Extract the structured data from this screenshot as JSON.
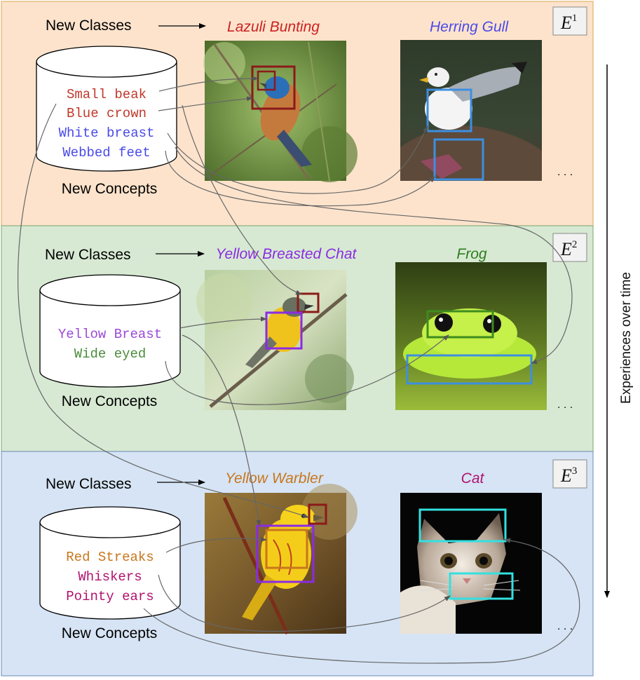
{
  "side_label": "Experiences over time",
  "ellipsis": ". . .",
  "colors": {
    "panel1": "#fde3cc",
    "panel2": "#d7e9d3",
    "panel3": "#d6e4f5",
    "dark_red": "#8b1a1a",
    "blue_box": "#3d8fe0",
    "purple": "#8b2be2",
    "green_box": "#3e8c1e",
    "cyan_box": "#33e0e0",
    "orange_box": "#c8761c"
  },
  "experiences": [
    {
      "label_base": "E",
      "label_sup": "1",
      "new_classes_label": "New Classes",
      "new_concepts_label": "New Concepts",
      "classes": [
        {
          "name": "Lazuli Bunting",
          "color": "#cc2222"
        },
        {
          "name": "Herring Gull",
          "color": "#4a4ae8"
        }
      ],
      "concepts": [
        {
          "text": "Small beak",
          "color": "#c0392b"
        },
        {
          "text": "Blue crown",
          "color": "#c0392b"
        },
        {
          "text": "White breast",
          "color": "#4a4ae8"
        },
        {
          "text": "Webbed feet",
          "color": "#4a4ae8"
        }
      ]
    },
    {
      "label_base": "E",
      "label_sup": "2",
      "new_classes_label": "New Classes",
      "new_concepts_label": "New Concepts",
      "classes": [
        {
          "name": "Yellow Breasted Chat",
          "color": "#8b2be2"
        },
        {
          "name": "Frog",
          "color": "#2e7d1e"
        }
      ],
      "concepts": [
        {
          "text": "Yellow Breast",
          "color": "#9b4ad8"
        },
        {
          "text": "Wide eyed",
          "color": "#4a8c3a"
        }
      ]
    },
    {
      "label_base": "E",
      "label_sup": "3",
      "new_classes_label": "New Classes",
      "new_concepts_label": "New Concepts",
      "classes": [
        {
          "name": "Yellow Warbler",
          "color": "#c8761c"
        },
        {
          "name": "Cat",
          "color": "#b0126e"
        }
      ],
      "concepts": [
        {
          "text": "Red Streaks",
          "color": "#c8761c"
        },
        {
          "text": "Whiskers",
          "color": "#b0126e"
        },
        {
          "text": "Pointy ears",
          "color": "#b0126e"
        }
      ]
    }
  ]
}
